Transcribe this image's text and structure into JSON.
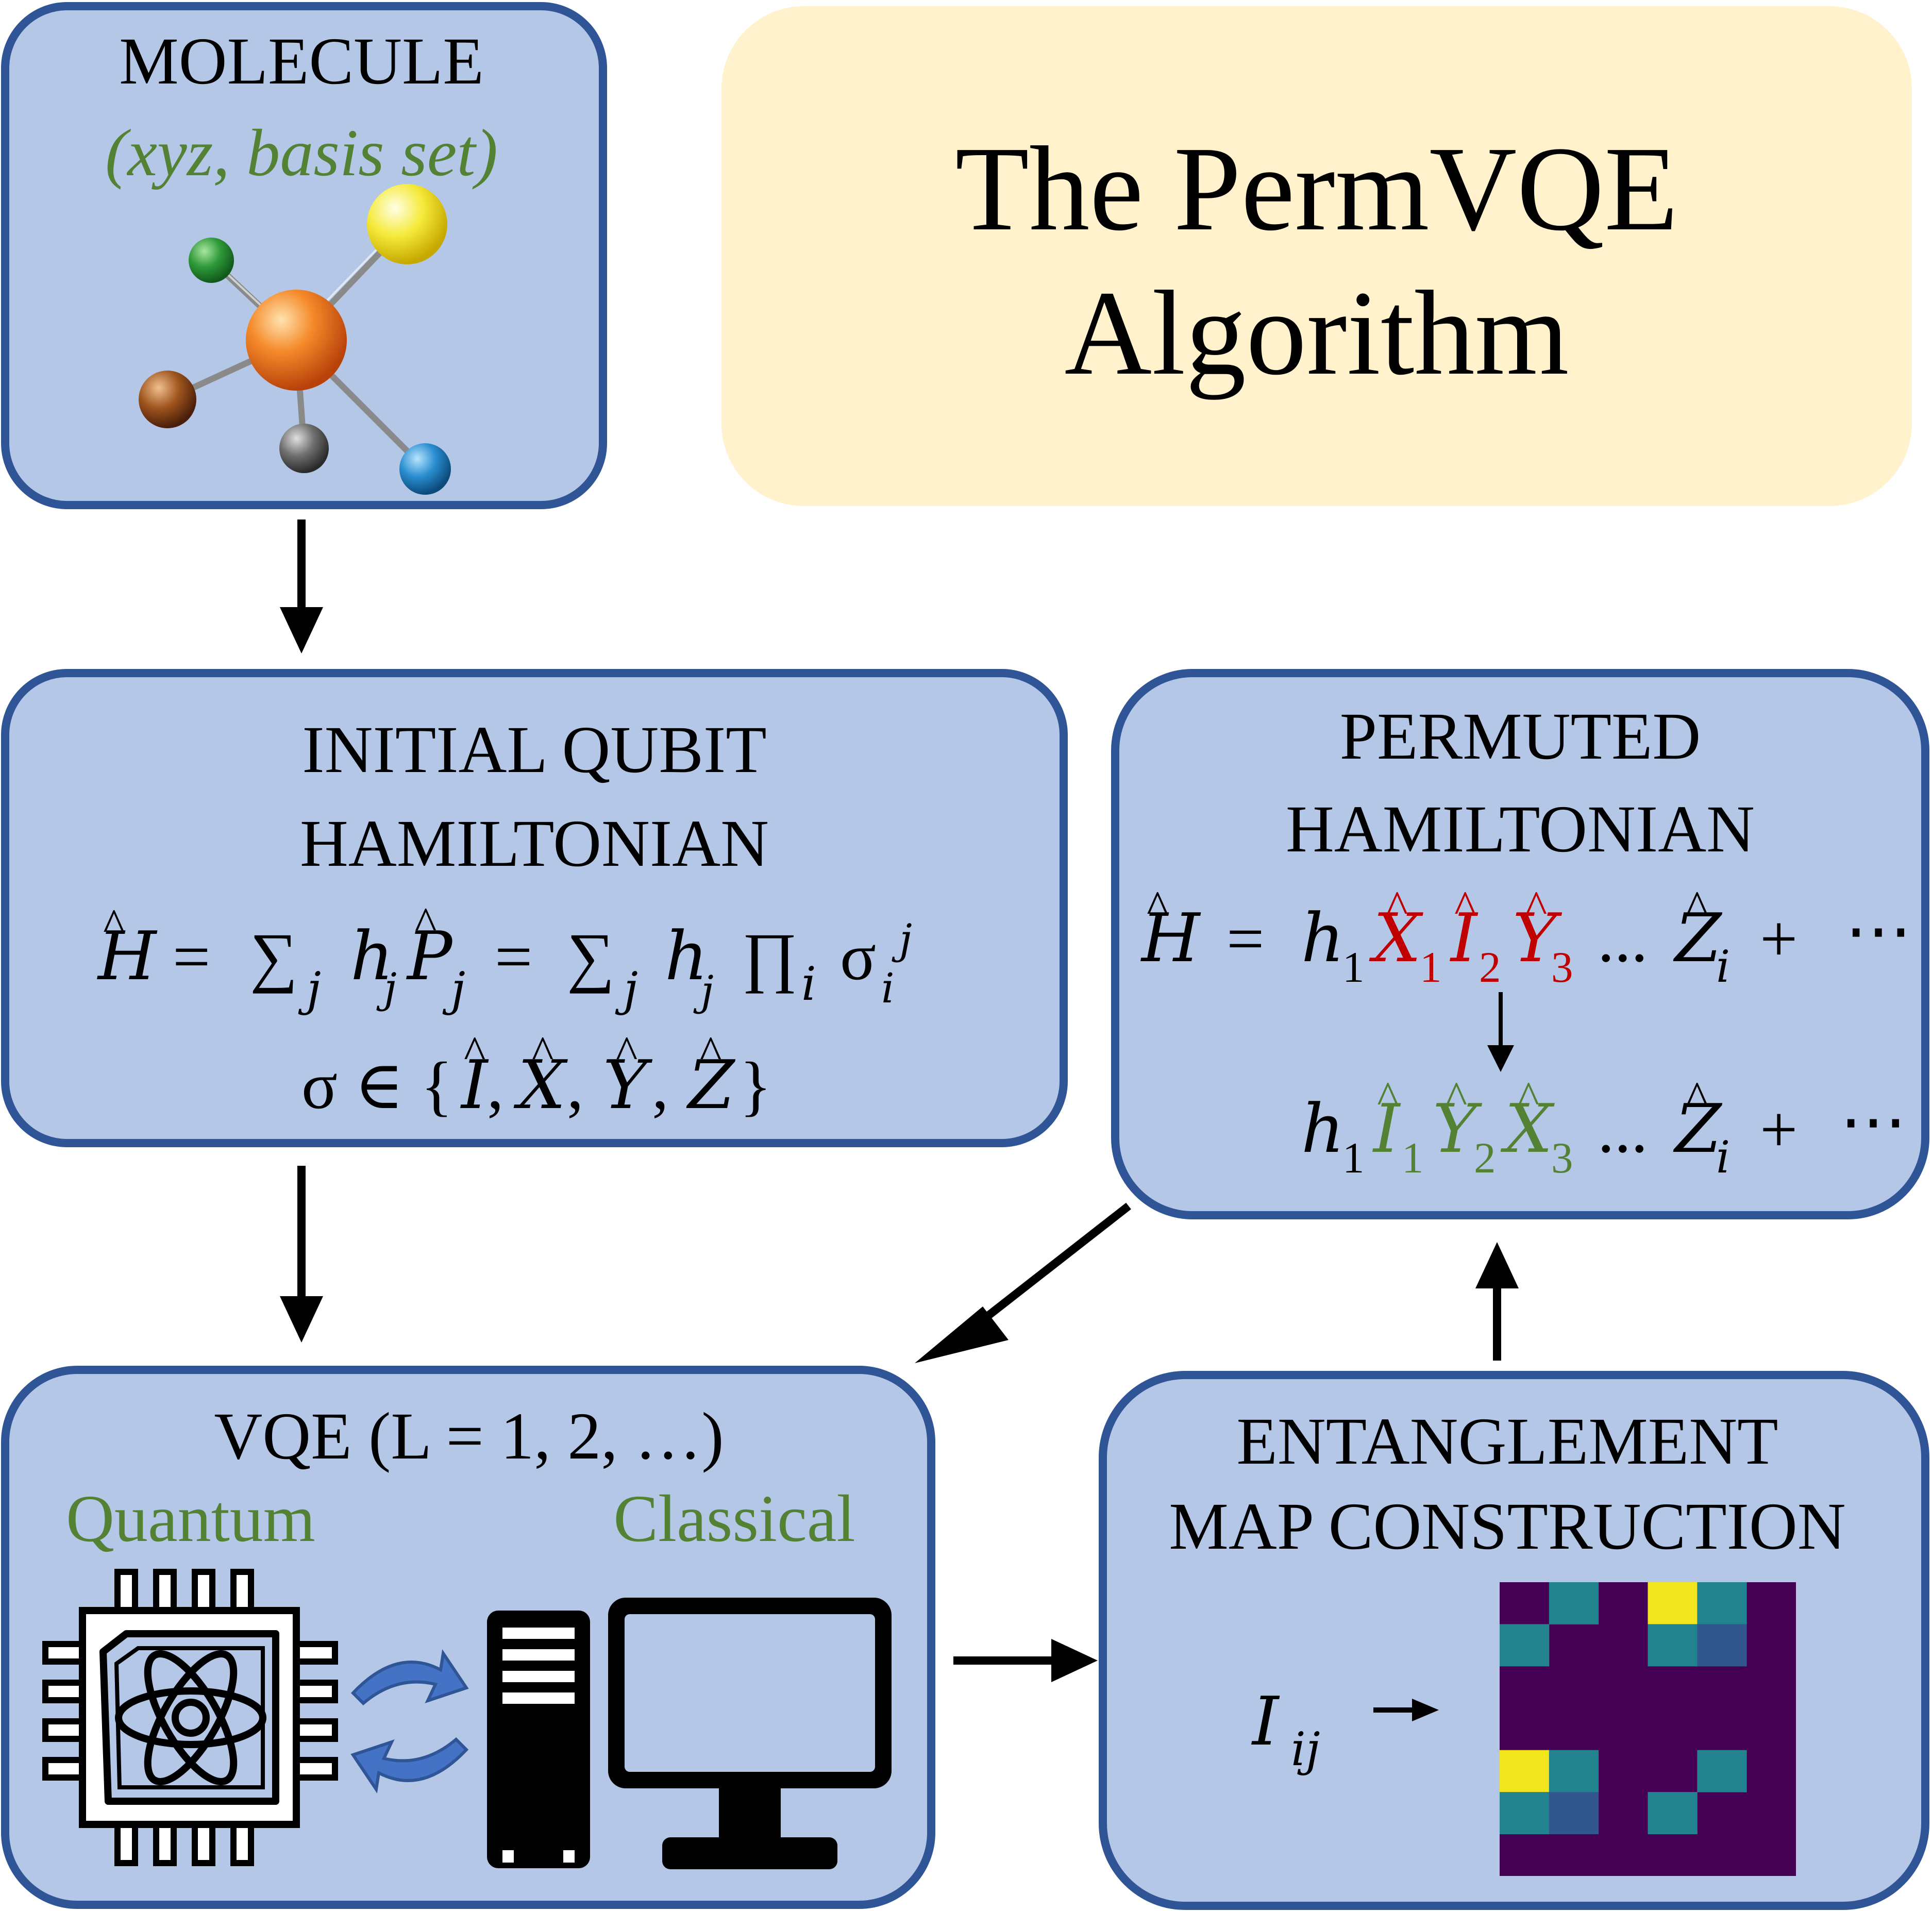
{
  "title": {
    "line1": "The PermVQE",
    "line2": "Algorithm"
  },
  "molecule": {
    "heading": "MOLECULE",
    "subtitle": "(xyz, basis set)"
  },
  "initial": {
    "heading1": "INITIAL QUBIT",
    "heading2": "HAMILTONIAN",
    "eq": {
      "H": "H",
      "eqsign": "=",
      "sum": "∑",
      "j": "j",
      "h": "h",
      "P": "P",
      "prod": "∏",
      "i": "i",
      "sigma": "σ"
    },
    "set": {
      "prefix": "σ ∈ {",
      "I": "I",
      "X": "X",
      "Y": "Y",
      "Z": "Z",
      "comma": ",",
      "close": "}"
    }
  },
  "permuted": {
    "heading1": "PERMUTED",
    "heading2": "HAMILTONIAN",
    "eq1": {
      "H": "H",
      "eqsign": "=",
      "h": "h",
      "one": "1",
      "X": "X",
      "I": "I",
      "Y": "Y",
      "two": "2",
      "three": "3",
      "dots": "...",
      "Z": "Z",
      "i": "i",
      "plus": "+",
      "cdots": "⋯"
    },
    "eq2": {
      "h": "h",
      "one": "1",
      "I": "I",
      "Y": "Y",
      "X": "X",
      "two": "2",
      "three": "3",
      "dots": "...",
      "Z": "Z",
      "i": "i",
      "plus": "+",
      "cdots": "⋯"
    }
  },
  "vqe": {
    "heading": "VQE (L = 1, 2, …)",
    "quantum": "Quantum",
    "classical": "Classical"
  },
  "entanglement": {
    "heading1": "ENTANGLEMENT",
    "heading2": "MAP CONSTRUCTION",
    "I": "I",
    "ij": "ij"
  },
  "entanglement_map": [
    [
      0,
      2,
      0,
      3,
      2,
      0
    ],
    [
      2,
      0,
      0,
      2,
      1,
      0
    ],
    [
      0,
      0,
      0,
      0,
      0,
      0
    ],
    [
      0,
      0,
      0,
      0,
      0,
      0
    ],
    [
      3,
      2,
      0,
      0,
      2,
      0
    ],
    [
      2,
      1,
      0,
      2,
      0,
      0
    ],
    [
      0,
      0,
      0,
      0,
      0,
      0
    ]
  ],
  "colors": {
    "box_fill": "#b4c7e7",
    "box_stroke": "#2f5597",
    "title_fill": "#fff2cc",
    "green": "#548235",
    "red": "#c00000",
    "viridis": [
      "#440154",
      "#31578e",
      "#22838e",
      "#f1e51d"
    ],
    "arrow_blue": "#4472c4"
  },
  "icons": [
    "molecule-icon",
    "quantum-chip-icon",
    "swap-arrows-icon",
    "computer-tower-icon",
    "monitor-icon"
  ]
}
